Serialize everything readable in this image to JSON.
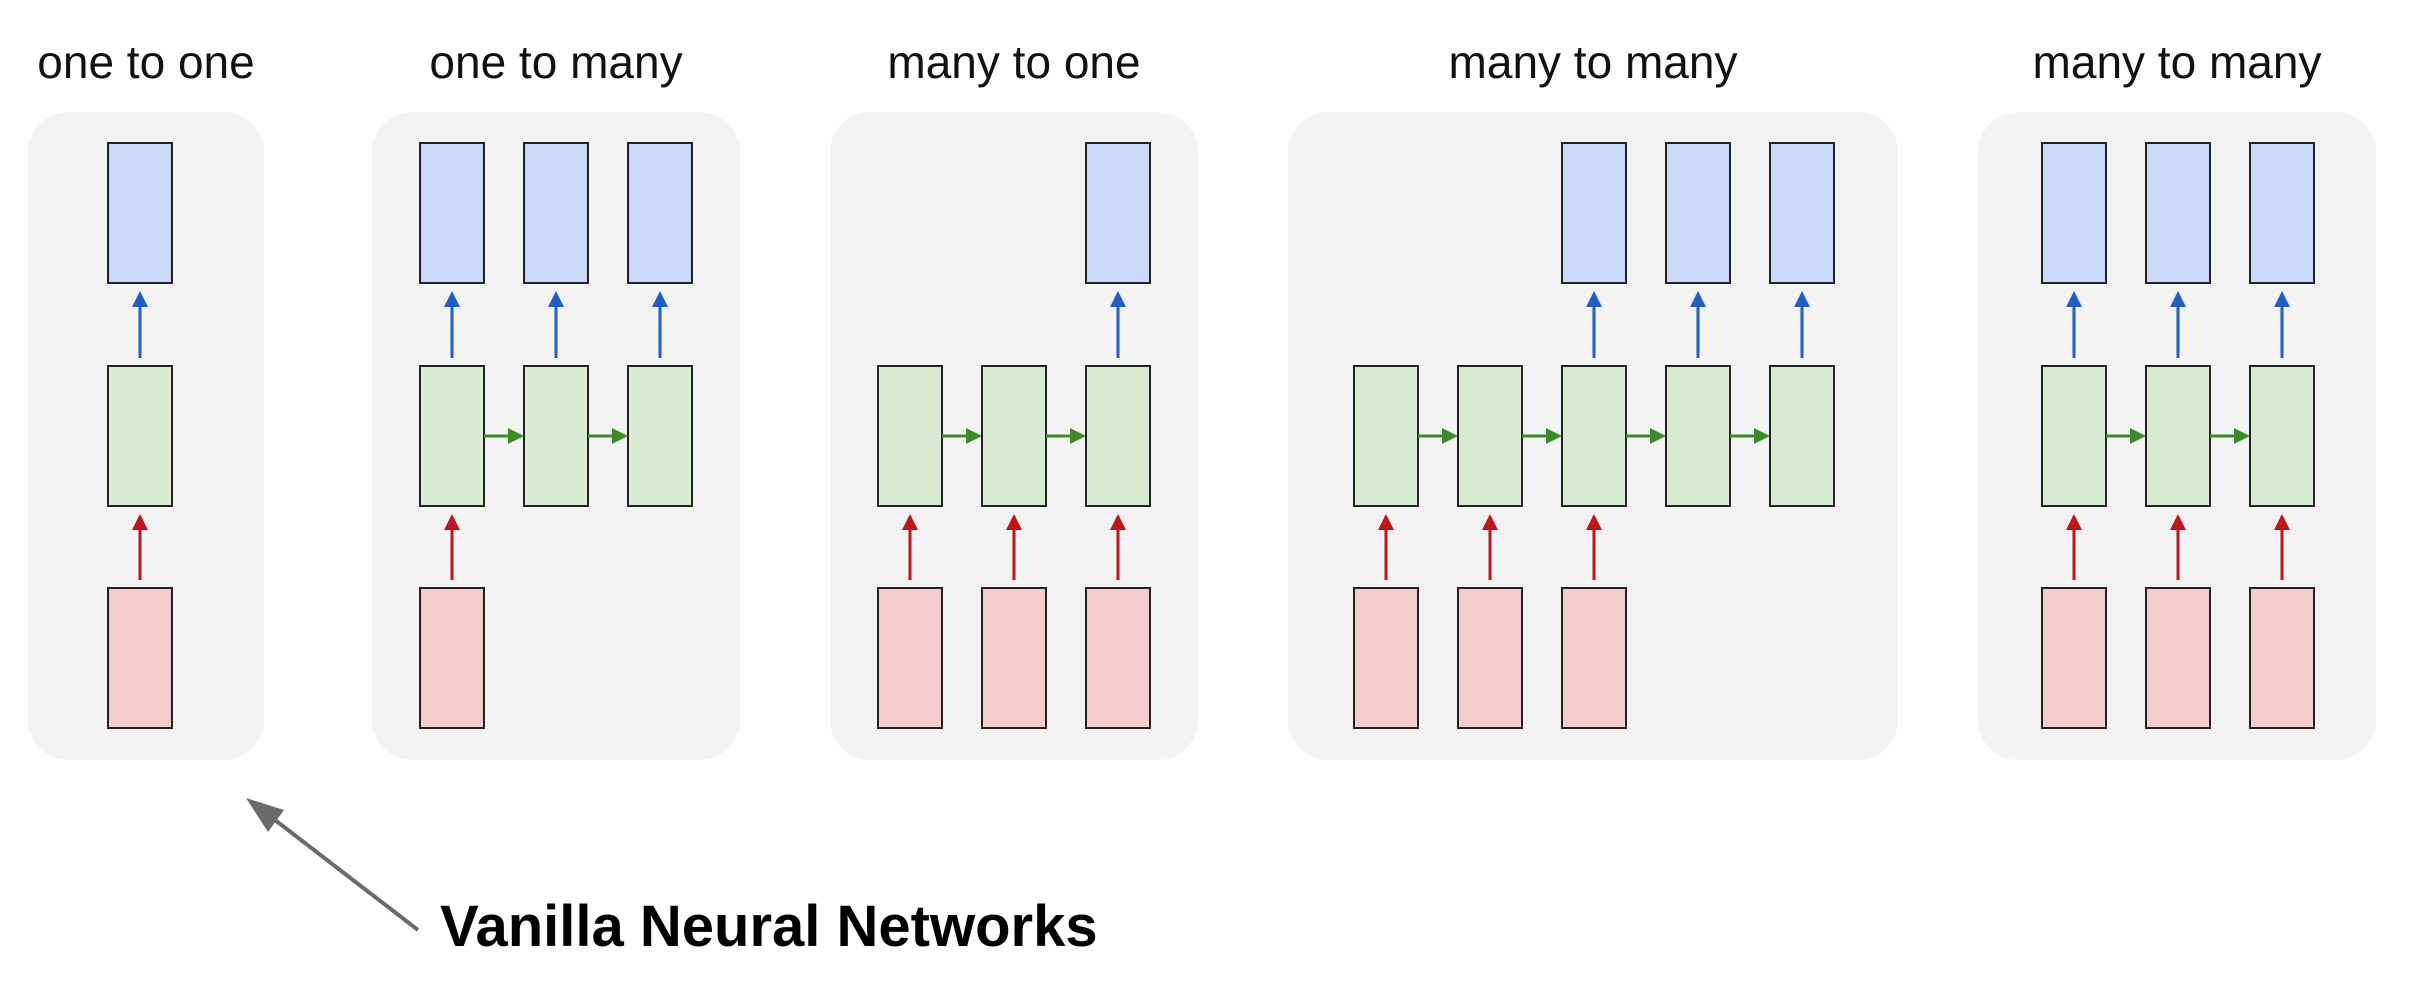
{
  "panels": [
    {
      "title": "one to one",
      "inputs": [
        true
      ],
      "hidden": [
        true
      ],
      "outputs": [
        true
      ]
    },
    {
      "title": "one to many",
      "inputs": [
        true,
        false,
        false
      ],
      "hidden": [
        true,
        true,
        true
      ],
      "outputs": [
        true,
        true,
        true
      ]
    },
    {
      "title": "many to one",
      "inputs": [
        true,
        true,
        true
      ],
      "hidden": [
        true,
        true,
        true
      ],
      "outputs": [
        false,
        false,
        true
      ]
    },
    {
      "title": "many to many",
      "inputs": [
        true,
        true,
        true,
        false,
        false
      ],
      "hidden": [
        true,
        true,
        true,
        true,
        true
      ],
      "outputs": [
        false,
        false,
        true,
        true,
        true
      ]
    },
    {
      "title": "many to many",
      "inputs": [
        true,
        true,
        true
      ],
      "hidden": [
        true,
        true,
        true
      ],
      "outputs": [
        true,
        true,
        true
      ]
    }
  ],
  "annotation": {
    "text": "Vanilla Neural Networks"
  },
  "colors": {
    "panel_bg": "#f3f3f3",
    "output_fill": "#c9daf8",
    "hidden_fill": "#d9ead3",
    "input_fill": "#f4cccc",
    "box_stroke": "#222222",
    "output_arrow": "#1f5cc4",
    "input_arrow": "#c0141c",
    "recurrent_arrow": "#3d8b2a",
    "annotation_arrow": "#6b6b6b"
  }
}
